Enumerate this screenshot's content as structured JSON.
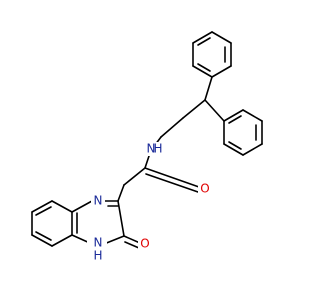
{
  "molecule": {
    "atoms": [
      {
        "id": "N_amide",
        "element": "N",
        "label": "N",
        "sub": "H",
        "color": "#1a2a99"
      },
      {
        "id": "O_amide",
        "element": "O",
        "label": "O",
        "color": "#e00000"
      },
      {
        "id": "N_ring_top",
        "element": "N",
        "label": "N",
        "color": "#1a2a99"
      },
      {
        "id": "N_ring_bottom",
        "element": "N",
        "label": "N",
        "sub": "H",
        "color": "#1a2a99"
      },
      {
        "id": "O_ring",
        "element": "O",
        "label": "O",
        "color": "#e00000"
      }
    ]
  }
}
